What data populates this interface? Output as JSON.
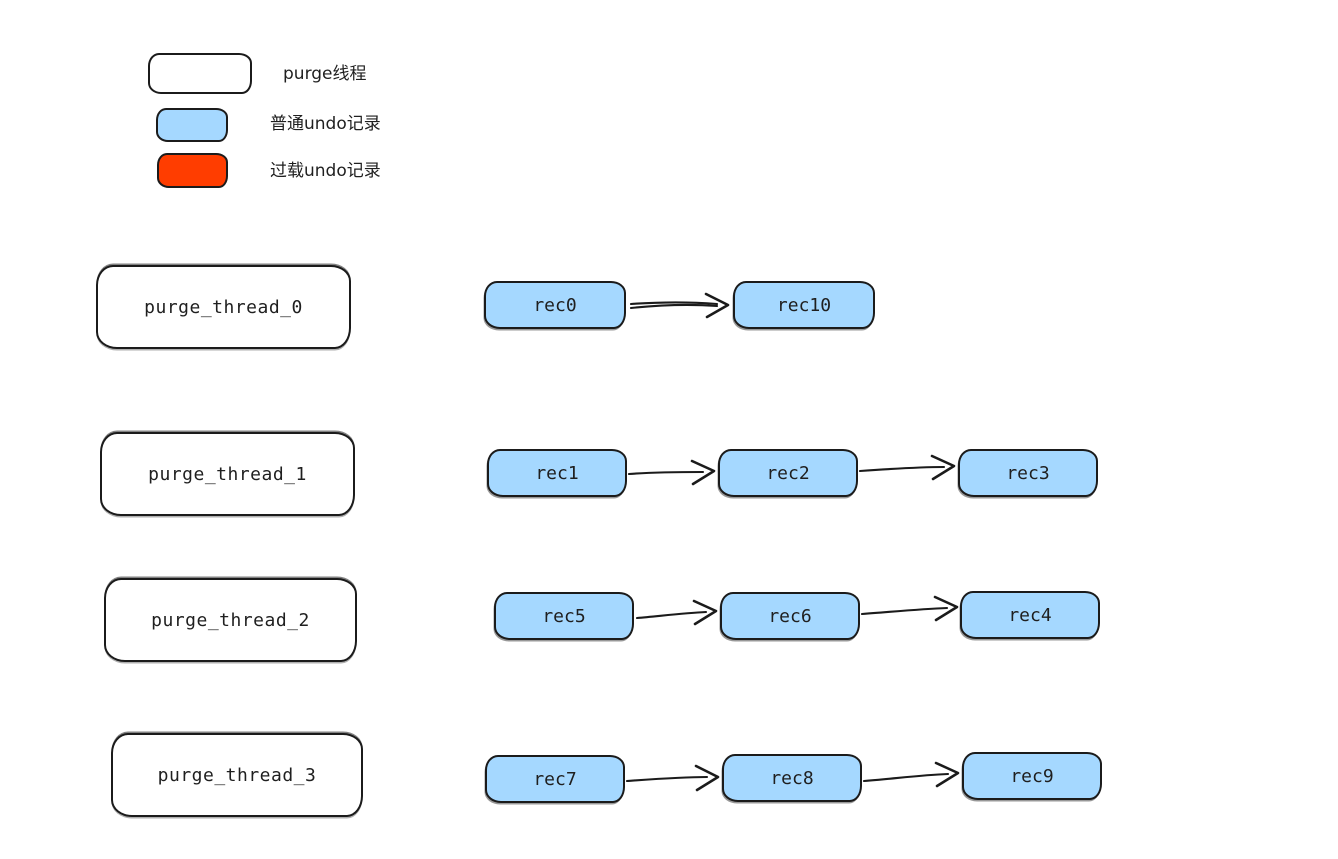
{
  "legend": {
    "items": [
      {
        "label": "purge线程",
        "swatch": "white",
        "meaning": "purge-thread"
      },
      {
        "label": "普通undo记录",
        "swatch": "blue",
        "meaning": "normal-undo-record"
      },
      {
        "label": "过载undo记录",
        "swatch": "red",
        "meaning": "overloaded-undo-record"
      }
    ]
  },
  "colors": {
    "normal_record": "#a5d8ff",
    "overload_record": "#ff3d00",
    "stroke": "#1b1b1b",
    "background": "#ffffff"
  },
  "rows": [
    {
      "thread": "purge_thread_0",
      "records": [
        "rec0",
        "rec10"
      ]
    },
    {
      "thread": "purge_thread_1",
      "records": [
        "rec1",
        "rec2",
        "rec3"
      ]
    },
    {
      "thread": "purge_thread_2",
      "records": [
        "rec5",
        "rec6",
        "rec4"
      ]
    },
    {
      "thread": "purge_thread_3",
      "records": [
        "rec7",
        "rec8",
        "rec9"
      ]
    }
  ]
}
